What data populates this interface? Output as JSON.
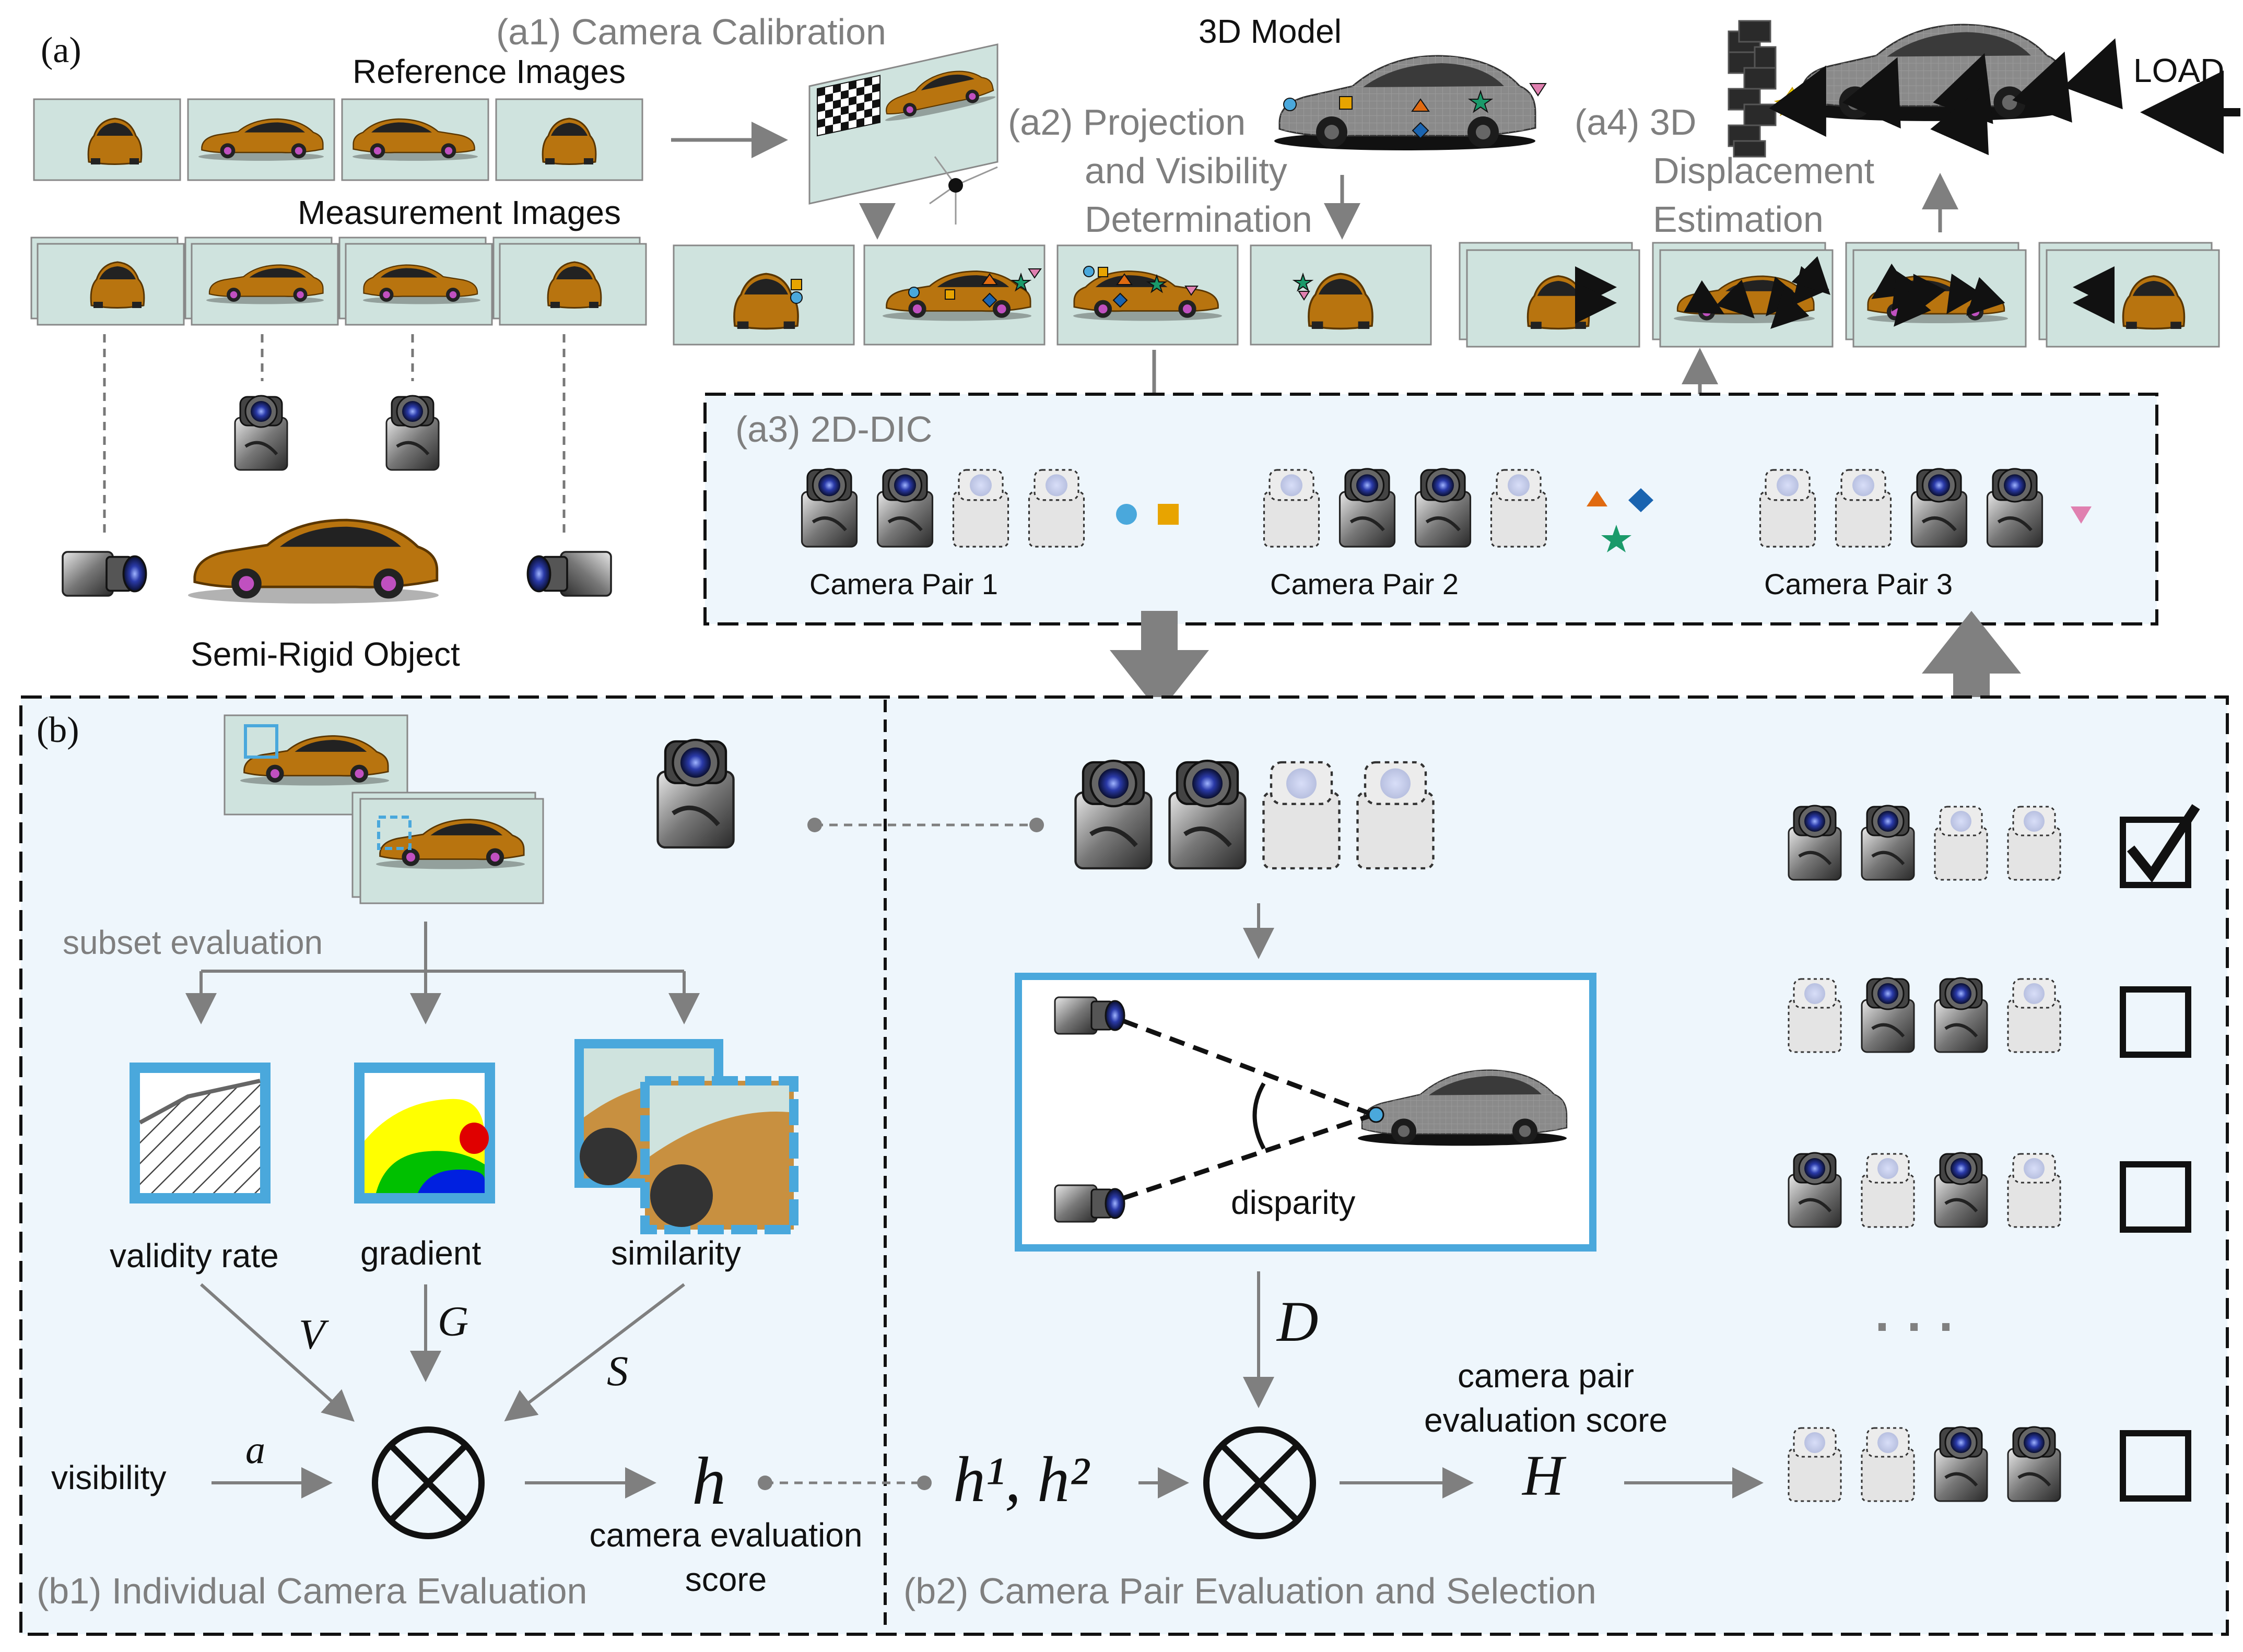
{
  "panel_a": {
    "tag": "(a)",
    "reference_images_label": "Reference Images",
    "measurement_images_label": "Measurement Images",
    "object_label": "Semi-Rigid Object",
    "a1_label": "(a1) Camera Calibration",
    "model_label": "3D Model",
    "a2_lines": [
      "(a2) Projection",
      "and Visibility",
      "Determination"
    ],
    "a4_lines": [
      "(a4) 3D",
      "Displacement",
      "Estimation"
    ],
    "load_label": "LOAD",
    "a3_label": "(a3) 2D-DIC",
    "camera_pairs": [
      "Camera Pair 1",
      "Camera Pair 2",
      "Camera Pair 3"
    ]
  },
  "panel_b": {
    "tag": "(b)",
    "subset_evaluation": "subset evaluation",
    "metrics": [
      "validity rate",
      "gradient",
      "similarity"
    ],
    "symbols": {
      "V": "V",
      "G": "G",
      "S": "S",
      "a": "a",
      "D": "D",
      "H": "H",
      "h": "h"
    },
    "visibility": "visibility",
    "camera_score": [
      "camera evaluation",
      "score"
    ],
    "pair_scores": "h¹, h²",
    "disparity": "disparity",
    "pair_score_label": [
      "camera pair",
      "evaluation score"
    ],
    "ellipsis": "· · ·",
    "b1_label": "(b1) Individual Camera Evaluation",
    "b2_label": "(b2) Camera Pair Evaluation and Selection",
    "selection_states": [
      true,
      false,
      false,
      false
    ]
  },
  "colors": {
    "panel_bg": "#eef6fc",
    "thumb_bg": "#cfe3de",
    "accent_blue": "#4aa8dc",
    "arrow_gray": "#7f7f7f",
    "car_body": "#b8740f",
    "marker_circle": "#4aa8dc",
    "marker_square": "#e8a400",
    "marker_triangle": "#e06a10",
    "marker_diamond": "#1a64b0",
    "marker_star": "#1a9a6a",
    "marker_triangle_down": "#e080b0"
  }
}
